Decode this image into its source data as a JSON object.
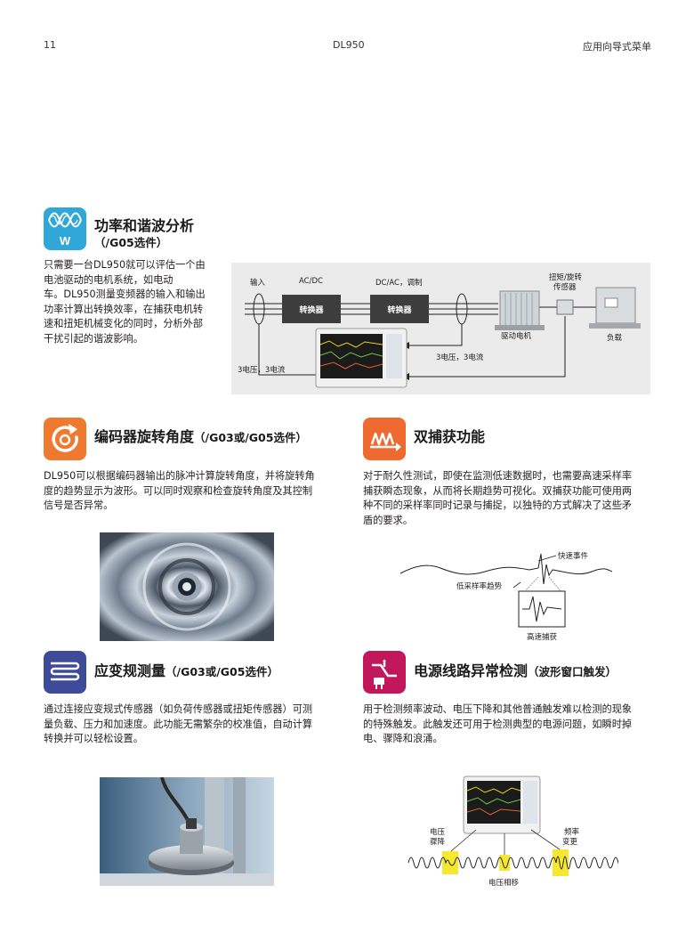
{
  "header": {
    "page_number": "11",
    "model": "DL950",
    "section": "应用向导式菜单"
  },
  "power": {
    "title": "功率和谐波分析",
    "option": "（/G05选件）",
    "icon_letter": "W",
    "lines": [
      "只需要一台DL950就可以评估一个由",
      "电池驱动的电机系统，如电动",
      "车。DL950测量变频器的输入和输出",
      "功率计算出转换效率，在捕获电机转",
      "速和扭矩机械变化的同时，分析外部",
      "干扰引起的谐波影响。"
    ],
    "diagram": {
      "input": "输入",
      "acdc": "AC/DC",
      "dcac": "DC/AC，调制",
      "converter": "转换器",
      "torque": "扭矩/旋转",
      "sensor": "传感器",
      "motor": "驱动电机",
      "load": "负载",
      "v1": "3电压，3电流",
      "v2": "3电压，3电流"
    }
  },
  "encoder": {
    "title": "编码器旋转角度",
    "option": "（/G03或/G05选件）",
    "lines": [
      "DL950可以根据编码器输出的脉冲计算旋转角度，并将旋转角",
      "度的趋势显示为波形。可以同时观察和检查旋转角度及其控制",
      "信号是否异常。"
    ]
  },
  "dual": {
    "title": "双捕获功能",
    "lines": [
      "对于耐久性测试，即使在监测低速数据时，也需要高速采样率",
      "捕获瞬态现象，从而将长期趋势可视化。双捕获功能可使用两",
      "种不同的采样率同时记录与捕捉，以独特的方式解决了这些矛",
      "盾的要求。"
    ],
    "fast_event": "快速事件",
    "slow_trend": "低采样率趋势",
    "fast_capture": "高速捕获"
  },
  "strain": {
    "title": "应变规测量",
    "option": "（/G03或/G05选件）",
    "lines": [
      "通过连接应变规式传感器（如负荷传感器或扭矩传感器）可测",
      "量负载、压力和加速度。此功能无需繁杂的校准值，自动计算",
      "转换并可以轻松设置。"
    ]
  },
  "powerline": {
    "title": "电源线路异常检测",
    "option": "（波形窗口触发）",
    "lines": [
      "用于检测频率波动、电压下降和其他普通触发难以检测的现象",
      "的特殊触发。此触发还可用于检测典型的电源问题，如瞬时掉",
      "电、骤降和浪涌。"
    ],
    "dip1": "电压",
    "dip2": "骤降",
    "freq1": "频率",
    "freq2": "变更",
    "phase": "电压相移"
  },
  "colors": {
    "power_icon": "#2fa7d8",
    "orange_icon": "#ef7a2f",
    "strain_icon": "#3e4a9a",
    "powerline_icon": "#c2185b",
    "diagram_bg": "#ebebeb",
    "highlight": "#f5e617"
  }
}
